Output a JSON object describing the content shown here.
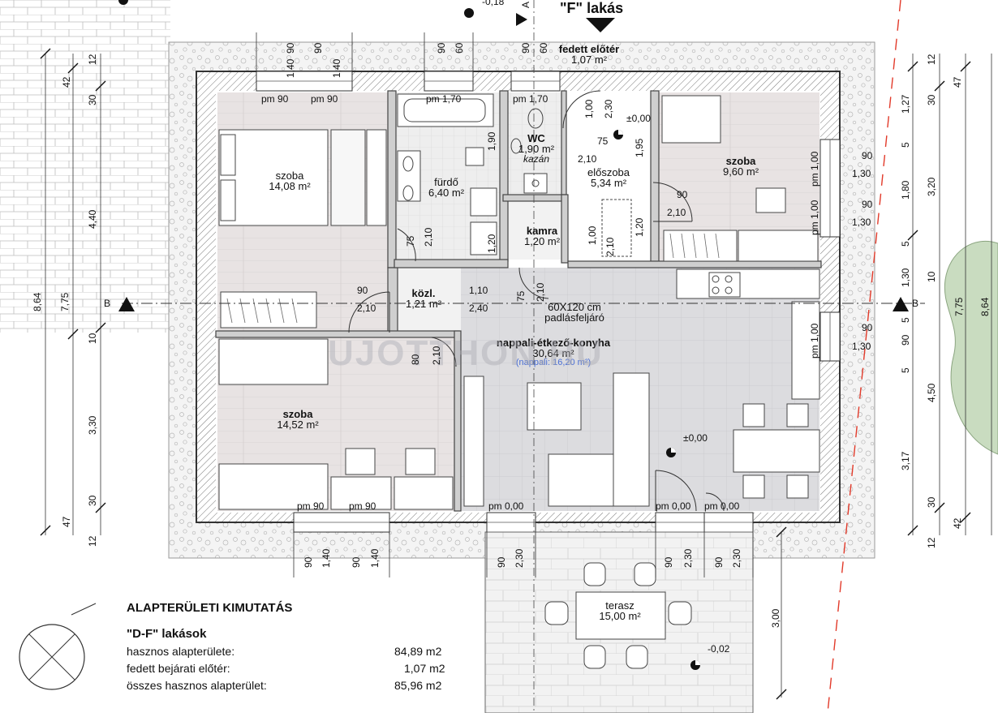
{
  "header": {
    "title": "\"F\" lakás",
    "level_top": "-0,18",
    "section_a": "A"
  },
  "rooms": [
    {
      "id": "szoba-left-top",
      "name": "szoba",
      "area": "14,08 m²"
    },
    {
      "id": "furdo",
      "name": "fürdő",
      "area": "6,40 m²"
    },
    {
      "id": "wc",
      "name": "WC",
      "area": "1,90 m²",
      "note": "kazán"
    },
    {
      "id": "fedett",
      "name": "fedett előtér",
      "area": "1,07 m²"
    },
    {
      "id": "eloszoba",
      "name": "előszoba",
      "area": "5,34 m²"
    },
    {
      "id": "szoba-right",
      "name": "szoba",
      "area": "9,60 m²"
    },
    {
      "id": "kamra",
      "name": "kamra",
      "area": "1,20 m²"
    },
    {
      "id": "kozl",
      "name": "közl.",
      "area": "1,21 m²"
    },
    {
      "id": "nappali",
      "name": "nappali-étkező-konyha",
      "area": "30,64 m²",
      "sub": "(nappali: 16,20 m²)"
    },
    {
      "id": "szoba-left-bottom",
      "name": "szoba",
      "area": "14,52 m²"
    },
    {
      "id": "terasz",
      "name": "terasz",
      "area": "15,00 m²"
    }
  ],
  "annotations": {
    "padlas": [
      "60X120 cm",
      "padlásfeljáró"
    ],
    "level_zero": "±0,00",
    "level_terrace": "-0,02",
    "section_b": "B",
    "watermark": "UJOTTHON.HU"
  },
  "window_labels": [
    "pm 90",
    "pm 90",
    "pm 1,70",
    "pm 1,70",
    "pm 90",
    "pm 90",
    "pm 0,00",
    "pm 0,00",
    "pm 0,00",
    "pm 1,00",
    "pm 1,00",
    "pm 1,00"
  ],
  "dims_h": [
    "90",
    "1,40",
    "90",
    "1,40",
    "90",
    "60",
    "90",
    "60",
    "90",
    "1,40",
    "90",
    "1,40",
    "90",
    "2,30",
    "90",
    "2,30",
    "90",
    "2,30",
    "3,00"
  ],
  "dims_door": [
    "1,00",
    "2,30",
    "75",
    "2,10",
    "1,95",
    "90",
    "2,10",
    "1,20",
    "1,00",
    "2,10",
    "75",
    "2,10",
    "90",
    "2,10",
    "1,10",
    "2,40",
    "75",
    "2,10",
    "80",
    "2,10",
    "1,90",
    "1,20",
    "90",
    "1,30",
    "90",
    "1,30",
    "90",
    "1,30"
  ],
  "dims_left": [
    "12",
    "42",
    "30",
    "4,40",
    "8,64",
    "7,75",
    "10",
    "3,30",
    "30",
    "47",
    "12"
  ],
  "dims_right": [
    "12",
    "47",
    "30",
    "1,27",
    "5",
    "3,20",
    "1,80",
    "5",
    "1,30",
    "10",
    "5",
    "90",
    "5",
    "4,50",
    "7,75",
    "8,64",
    "3,17",
    "30",
    "42",
    "12"
  ],
  "summary": {
    "title": "ALAPTERÜLETI KIMUTATÁS",
    "subtitle": "\"D-F\" lakások",
    "rows": [
      {
        "label": "hasznos alapterülete:",
        "value": "84,89 m2"
      },
      {
        "label": "fedett bejárati előtér:",
        "value": "1,07 m2"
      },
      {
        "label": "összes hasznos alapterület:",
        "value": "85,96 m2"
      }
    ]
  },
  "colors": {
    "wall": "#5a5a5a",
    "floor_room": "#e6e1e1",
    "floor_living": "#d9d9dc",
    "hatch": "#9a9a9a",
    "red_dash": "#e23a2a",
    "green": "#c9dcc0"
  }
}
